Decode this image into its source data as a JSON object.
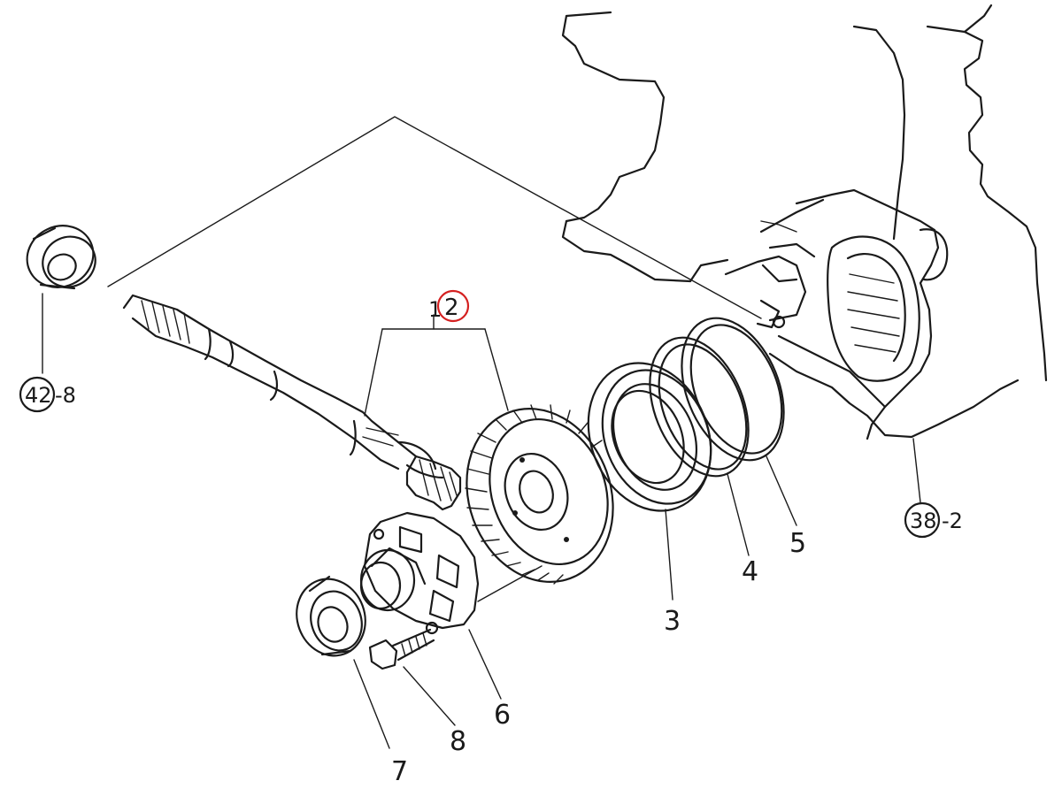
{
  "diagram": {
    "parts": [
      {
        "id": "p3",
        "label": "3"
      },
      {
        "id": "p4",
        "label": "4"
      },
      {
        "id": "p5",
        "label": "5"
      },
      {
        "id": "p6",
        "label": "6"
      },
      {
        "id": "p7",
        "label": "7"
      },
      {
        "id": "p8",
        "label": "8"
      }
    ],
    "highlight": {
      "label": "2",
      "prefix": "1",
      "color": "#d42020"
    },
    "references": [
      {
        "id": "ref42",
        "circled": "42",
        "suffix": "-8"
      },
      {
        "id": "ref38",
        "circled": "38",
        "suffix": "-2"
      }
    ],
    "colors": {
      "ink": "#1a1a1a",
      "highlight": "#d42020",
      "background": "#ffffff"
    }
  }
}
